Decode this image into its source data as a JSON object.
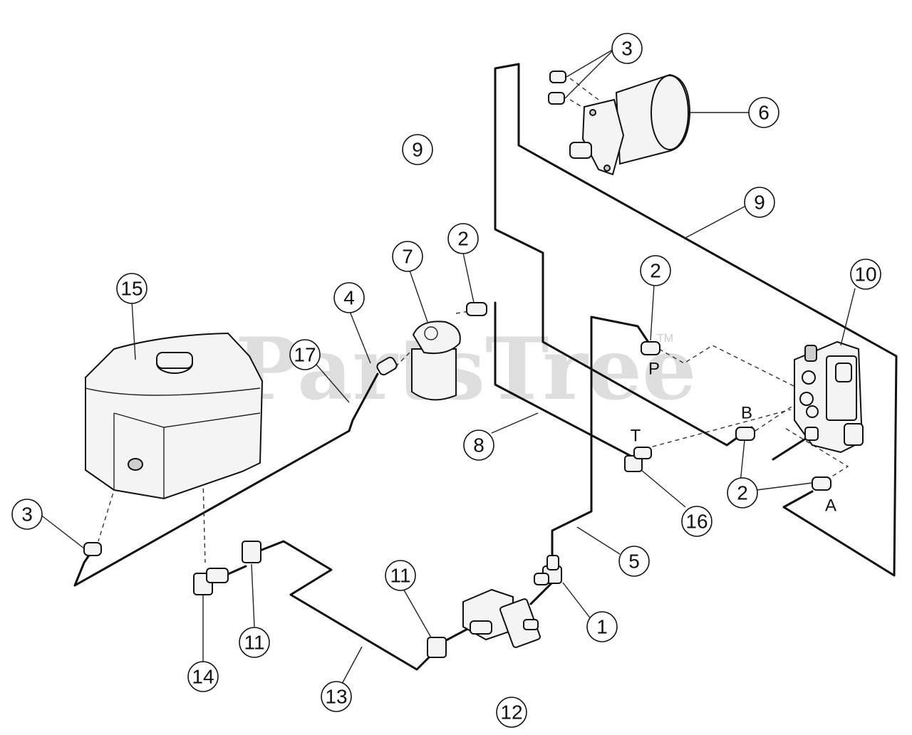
{
  "watermark": {
    "text": "PartsTree",
    "trademark": "TM"
  },
  "parts": {
    "fitting_1": "1",
    "fitting_2_filter": "2",
    "fitting_2_p": "2",
    "fitting_2_b": "2",
    "fitting_2_a": "2",
    "fitting_3_motor": "3",
    "fitting_3_tank": "3",
    "hose_4": "4",
    "hose_5": "5",
    "motor_6": "6",
    "filter_7": "7",
    "hose_8": "8",
    "hose_9_top": "9",
    "hose_9_right": "9",
    "valve_10": "10",
    "clamp_11_left": "11",
    "clamp_11_mid": "11",
    "pump_12": "12",
    "hose_13": "13",
    "fitting_14": "14",
    "tank_15": "15",
    "fitting_16": "16",
    "hose_17": "17"
  },
  "ports": {
    "p": "P",
    "b": "B",
    "t": "T",
    "a": "A"
  },
  "colors": {
    "line": "#111111",
    "watermark": "#d9d9d9"
  }
}
